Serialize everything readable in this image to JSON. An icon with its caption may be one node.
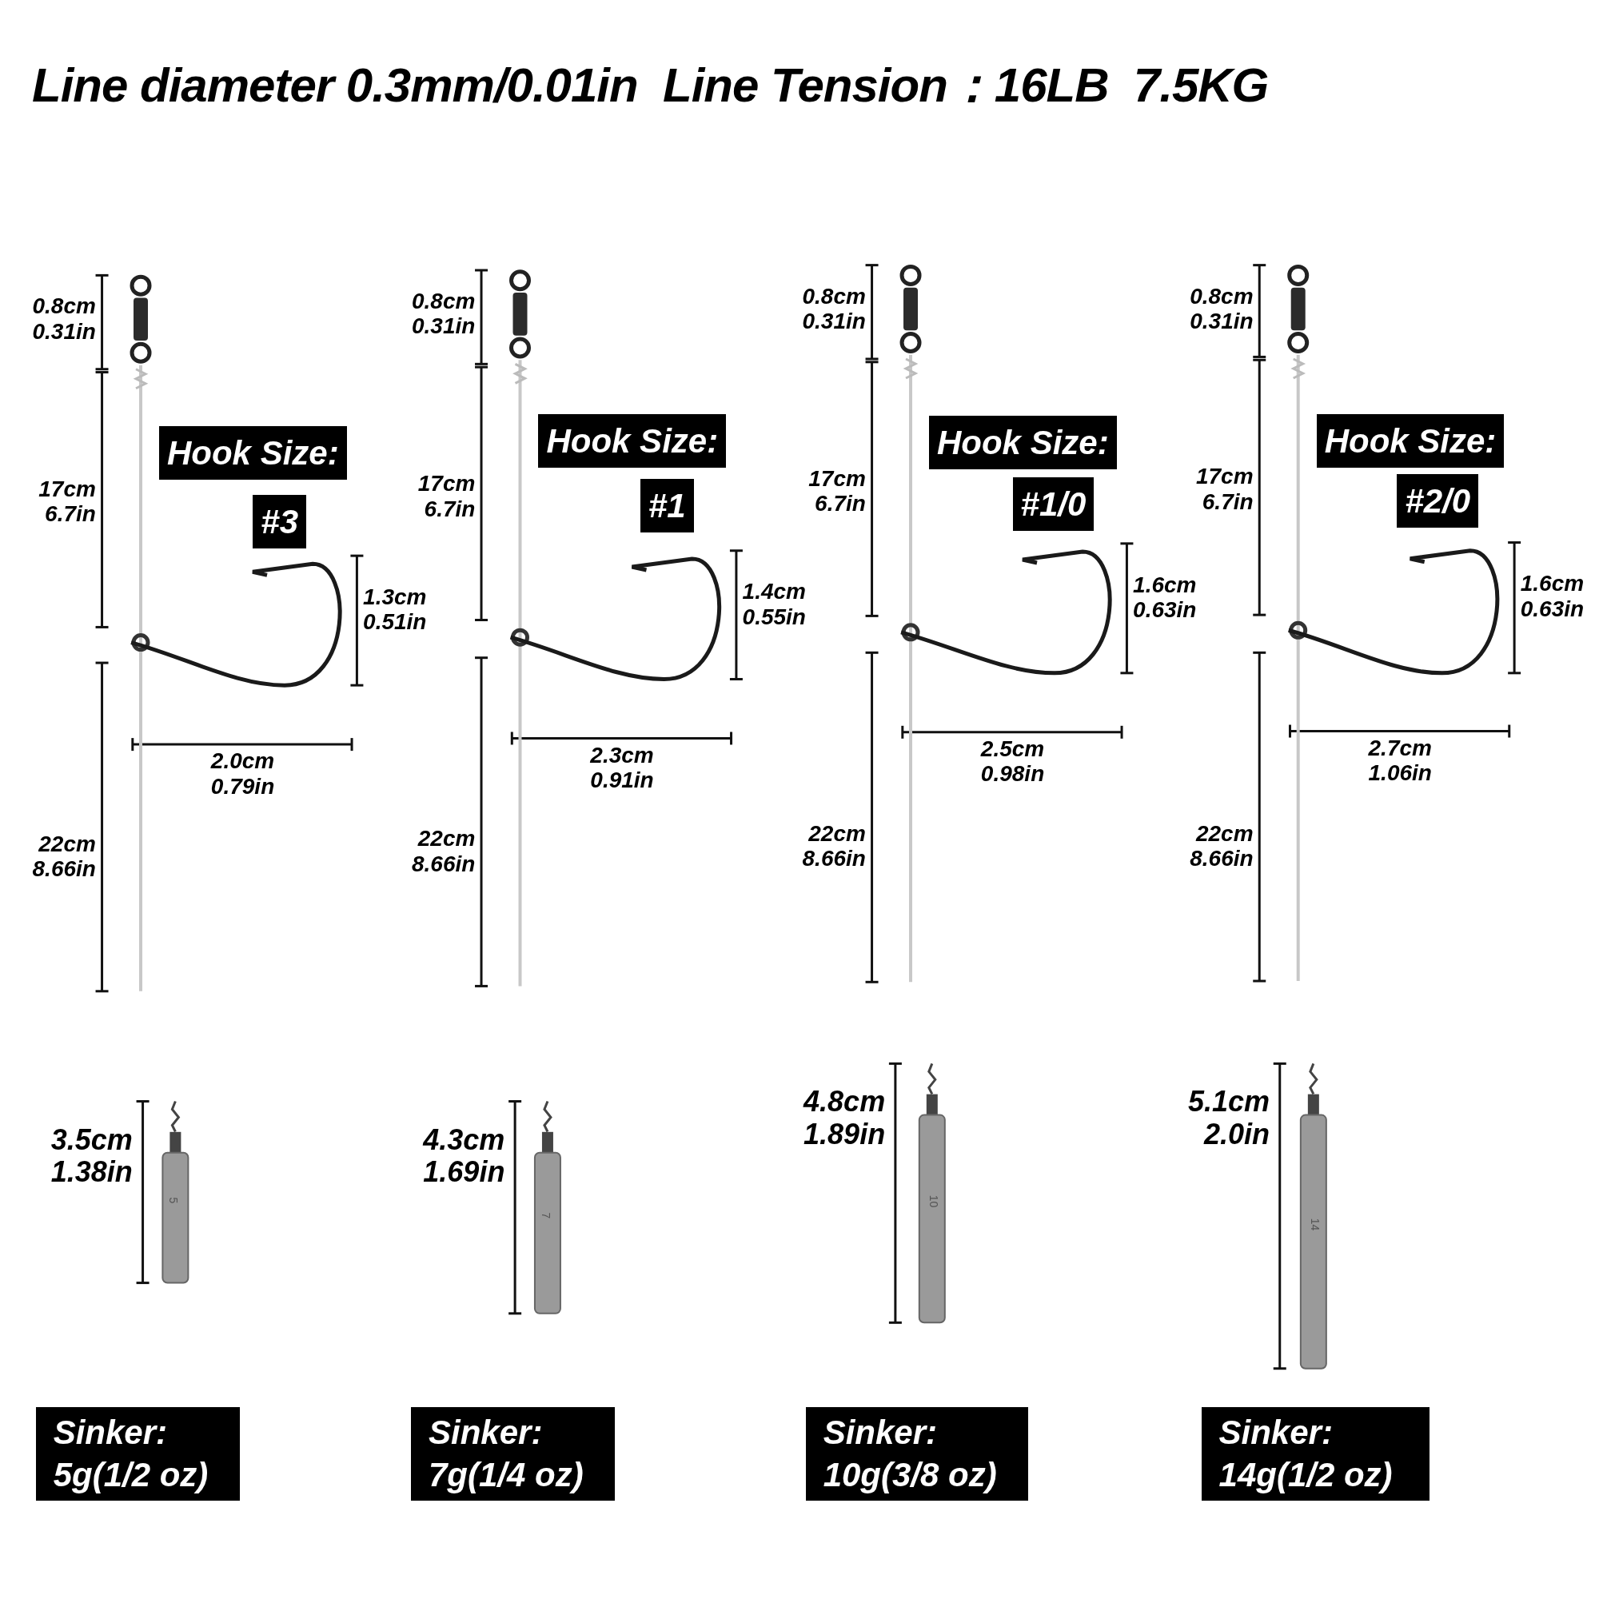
{
  "diagram": {
    "title": "Line diameter 0.3mm/0.01in  Line Tension：16LB  7.5KG",
    "nodes": [
      {
        "text": [
          "Hook Size:"
        ]
      },
      {
        "text": [
          "#3"
        ]
      },
      {
        "text": [
          "Sinker:",
          "5g(1/2 oz)"
        ]
      },
      {
        "text": [
          "Hook Size:"
        ]
      },
      {
        "text": [
          "#1"
        ]
      },
      {
        "text": [
          "Sinker:",
          "7g(1/4 oz)"
        ]
      },
      {
        "text": [
          "Hook Size:"
        ]
      },
      {
        "text": [
          "#1/0"
        ]
      },
      {
        "text": [
          "Sinker:",
          "10g(3/8 oz)"
        ]
      },
      {
        "text": [
          "Hook Size:"
        ]
      },
      {
        "text": [
          "#2/0"
        ]
      },
      {
        "text": [
          "Sinker:",
          "14g(1/2 oz)"
        ]
      }
    ],
    "labels": [
      "0.8cm 0.31in",
      "17cm 6.7in",
      "1.3cm 0.51in",
      "2.0cm 0.79in",
      "22cm 8.66in",
      "3.5cm 1.38in",
      "5",
      "0.8cm 0.31in",
      "17cm 6.7in",
      "1.4cm 0.55in",
      "2.3cm 0.91in",
      "22cm 8.66in",
      "4.3cm 1.69in",
      "7",
      "0.8cm 0.31in",
      "17cm 6.7in",
      "1.6cm 0.63in",
      "2.5cm 0.98in",
      "22cm 8.66in",
      "4.8cm 1.89in",
      "10",
      "0.8cm 0.31in",
      "17cm 6.7in",
      "1.6cm 0.63in",
      "2.7cm 1.06in",
      "22cm 8.66in",
      "5.1cm 2.0in",
      "14"
    ]
  }
}
